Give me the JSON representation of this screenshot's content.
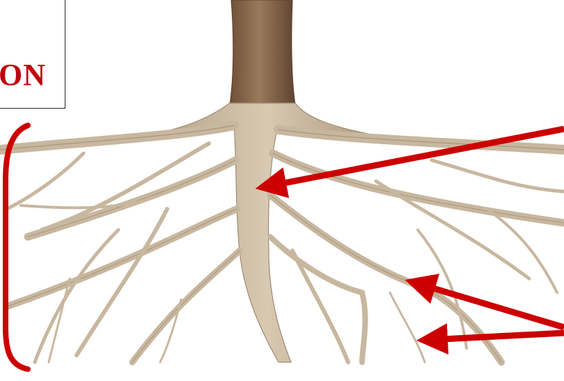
{
  "label": {
    "text": "ON"
  },
  "colors": {
    "label_text": "#c0000d",
    "arrow": "#cc0000",
    "bracket": "#cc0000",
    "root_fill": "#c8b79f",
    "root_stroke": "#9d8b72",
    "trunk_bark": "#8a6a4e"
  },
  "image": {
    "subject": "tree-root-system-illustration",
    "arrows": [
      "taproot-arrow",
      "lateral-root-arrow-upper",
      "lateral-root-arrow-lower"
    ]
  }
}
